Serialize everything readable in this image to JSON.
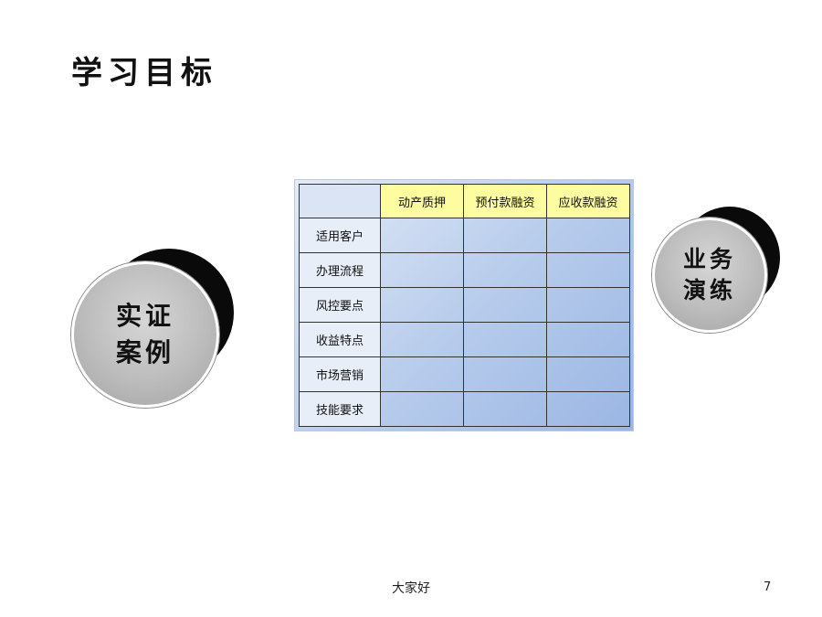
{
  "slide": {
    "title": "学习目标",
    "footer": "大家好",
    "page_number": "7"
  },
  "left_disc": {
    "line1": "实证",
    "line2": "案例"
  },
  "right_disc": {
    "line1": "业务",
    "line2": "演练"
  },
  "table": {
    "columns": [
      "动产质押",
      "预付款融资",
      "应收款融资"
    ],
    "rows": [
      "适用客户",
      "办理流程",
      "风控要点",
      "收益特点",
      "市场营销",
      "技能要求"
    ]
  }
}
